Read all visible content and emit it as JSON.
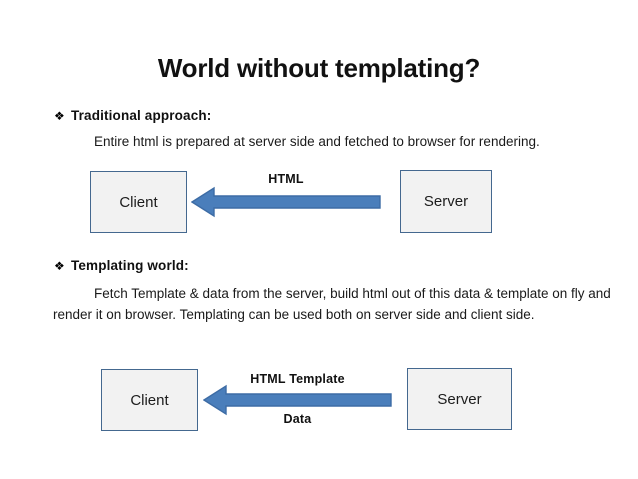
{
  "slide": {
    "title": "World without templating?",
    "background_color": "#ffffff",
    "sections": [
      {
        "bullet_glyph": "❖",
        "heading": "Traditional  approach:",
        "paragraph": "Entire html is prepared at server side and fetched to browser for rendering."
      },
      {
        "bullet_glyph": "❖",
        "heading": "Templating world:",
        "paragraph": "Fetch Template & data  from the server, build  html out of this data & template on fly and render it on browser.  Templating can be used both on server side and client side."
      }
    ],
    "diagrams": [
      {
        "name": "traditional-flow",
        "left_node": "Client",
        "right_node": "Server",
        "arrow_direction": "left",
        "label_above": "HTML",
        "label_below": ""
      },
      {
        "name": "templating-flow",
        "left_node": "Client",
        "right_node": "Server",
        "arrow_direction": "left",
        "label_above": "HTML Template",
        "label_below": "Data"
      }
    ],
    "colors": {
      "box_fill": "#f2f2f2",
      "box_border": "#44688f",
      "arrow_fill": "#4a7ebb",
      "arrow_stroke": "#3d6ca5",
      "text": "#101010"
    }
  }
}
